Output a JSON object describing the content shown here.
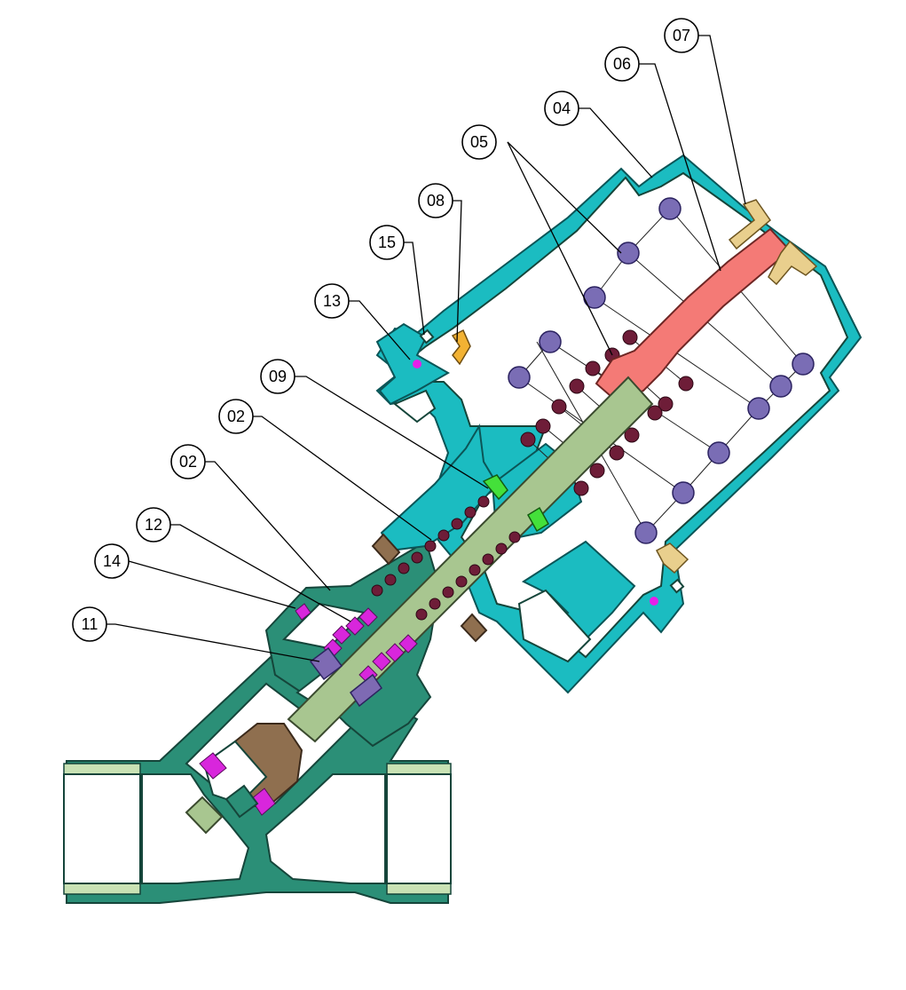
{
  "callouts": [
    {
      "id": "c07",
      "label": "07"
    },
    {
      "id": "c06",
      "label": "06"
    },
    {
      "id": "c04",
      "label": "04"
    },
    {
      "id": "c05",
      "label": "05"
    },
    {
      "id": "c08",
      "label": "08"
    },
    {
      "id": "c15",
      "label": "15"
    },
    {
      "id": "c13",
      "label": "13"
    },
    {
      "id": "c09",
      "label": "09"
    },
    {
      "id": "c02a",
      "label": "02"
    },
    {
      "id": "c02b",
      "label": "02"
    },
    {
      "id": "c12",
      "label": "12"
    },
    {
      "id": "c14",
      "label": "14"
    },
    {
      "id": "c11",
      "label": "11"
    }
  ],
  "colors": {
    "valve_body": "#2b8f77",
    "actuator_housing": "#1bbcc1",
    "stem": "#a8c690",
    "piston": "#f47a76",
    "outer_spring": "#7a6db5",
    "inner_spring": "#6e1d38",
    "packing": "#d826dc",
    "seal_tan": "#e9cf8d",
    "seal_orange": "#f2b233",
    "seal_green": "#44e03a",
    "disc": "#8f6f4f"
  }
}
